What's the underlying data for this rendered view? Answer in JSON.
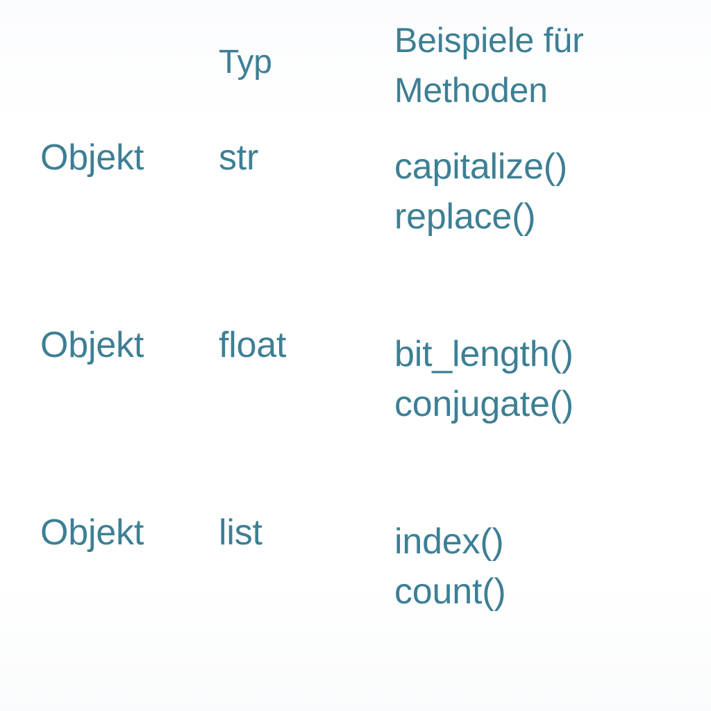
{
  "page": {
    "background_color": "#fcfdfe",
    "text_color": "#3d7f94"
  },
  "table": {
    "header": {
      "row_label": "",
      "type_label": "Typ",
      "methods_label_line1": "Beispiele für",
      "methods_label_line2": "Methoden"
    },
    "rows": [
      {
        "object": "Objekt",
        "type": "str",
        "methods": [
          "capitalize()",
          "replace()"
        ]
      },
      {
        "object": "Objekt",
        "type": "float",
        "methods": [
          "bit_length()",
          "conjugate()"
        ]
      },
      {
        "object": "Objekt",
        "type": "list",
        "methods": [
          "index()",
          "count()"
        ]
      }
    ]
  }
}
